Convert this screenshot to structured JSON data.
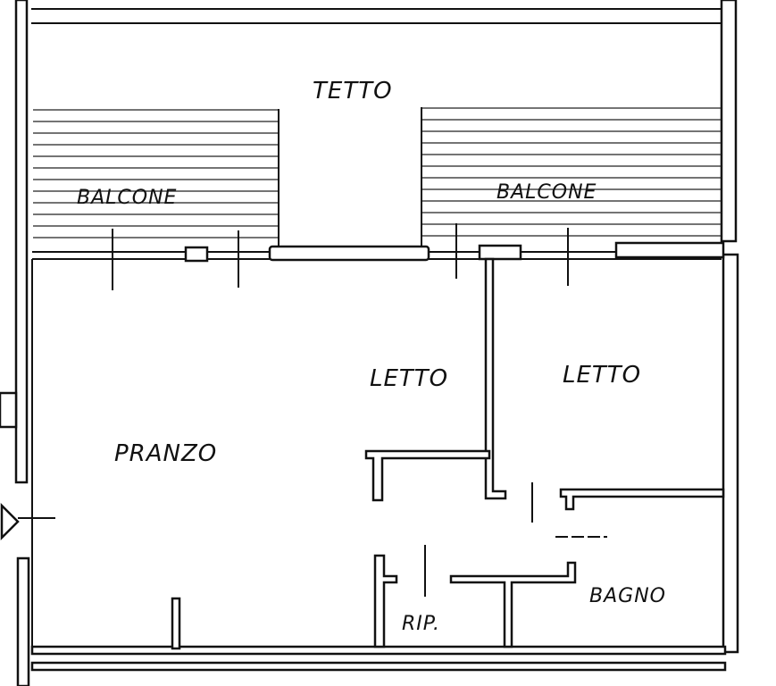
{
  "plan": {
    "rooms": {
      "roof": "TETTO",
      "balcony_left": "BALCONE",
      "balcony_right": "BALCONE",
      "bedroom_1": "LETTO",
      "bedroom_2": "LETTO",
      "dining": "PRANZO",
      "storage": "RIP.",
      "bathroom": "BAGNO"
    },
    "colors": {
      "ink": "#111111",
      "paper": "#ffffff"
    }
  }
}
